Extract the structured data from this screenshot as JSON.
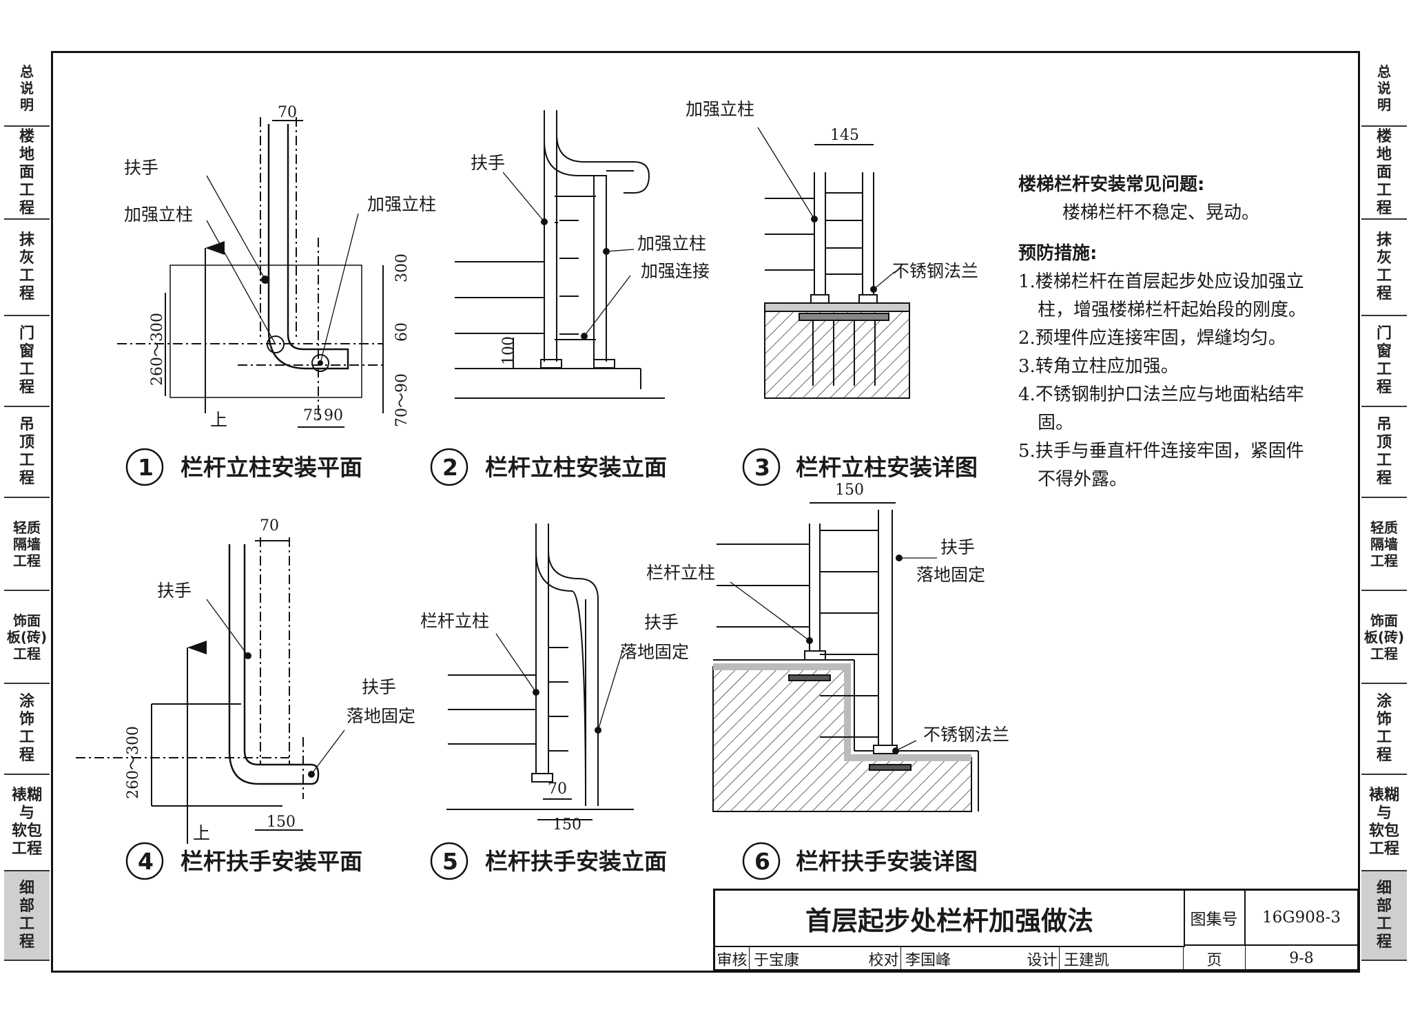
{
  "side_tabs": [
    "总\n说\n明",
    "楼\n地\n面\n工\n程",
    "抹\n灰\n工\n程",
    "门\n窗\n工\n程",
    "吊\n顶\n工\n程",
    "轻质\n隔墙\n工程",
    "饰面\n板(砖)\n工程",
    "涂\n饰\n工\n程",
    "裱糊\n与\n软包\n工程",
    "细\n部\n工\n程"
  ],
  "active_tab_index": 9,
  "figures": [
    {
      "num": "1",
      "caption": "栏杆立柱安装平面"
    },
    {
      "num": "2",
      "caption": "栏杆立柱安装立面"
    },
    {
      "num": "3",
      "caption": "栏杆立柱安装详图"
    },
    {
      "num": "4",
      "caption": "栏杆扶手安装平面"
    },
    {
      "num": "5",
      "caption": "栏杆扶手安装立面"
    },
    {
      "num": "6",
      "caption": "栏杆扶手安装详图"
    }
  ],
  "labels": {
    "handrail": "扶手",
    "reinforced_post": "加强立柱",
    "reinforced_connection": "加强连接",
    "stainless_flange": "不锈钢法兰",
    "railing_post": "栏杆立柱",
    "floor_fixed": "落地固定",
    "up": "上"
  },
  "dims": {
    "d70": "70",
    "d145": "145",
    "d150": "150",
    "d300": "300",
    "d260_300": "260～300",
    "d60": "60",
    "d70_90": "70～90",
    "d75": "75",
    "d90": "90",
    "d100": "100"
  },
  "notes": {
    "problem_title": "楼梯栏杆安装常见问题:",
    "problem_text": "楼梯栏杆不稳定、晃动。",
    "measures_title": "预防措施:",
    "items": [
      "1.楼梯栏杆在首层起步处应设加强立柱，增强楼梯栏杆起始段的刚度。",
      "2.预埋件应连接牢固，焊缝均匀。",
      "3.转角立柱应加强。",
      "4.不锈钢制护口法兰应与地面粘结牢固。",
      "5.扶手与垂直杆件连接牢固，紧固件不得外露。"
    ]
  },
  "title_block": {
    "title": "首层起步处栏杆加强做法",
    "atlas_label": "图集号",
    "atlas_no": "16G908-3",
    "review_label": "审核",
    "reviewer": "于宝康",
    "check_label": "校对",
    "checker": "李国峰",
    "design_label": "设计",
    "designer": "王建凯",
    "page_label": "页",
    "page_no": "9-8"
  }
}
